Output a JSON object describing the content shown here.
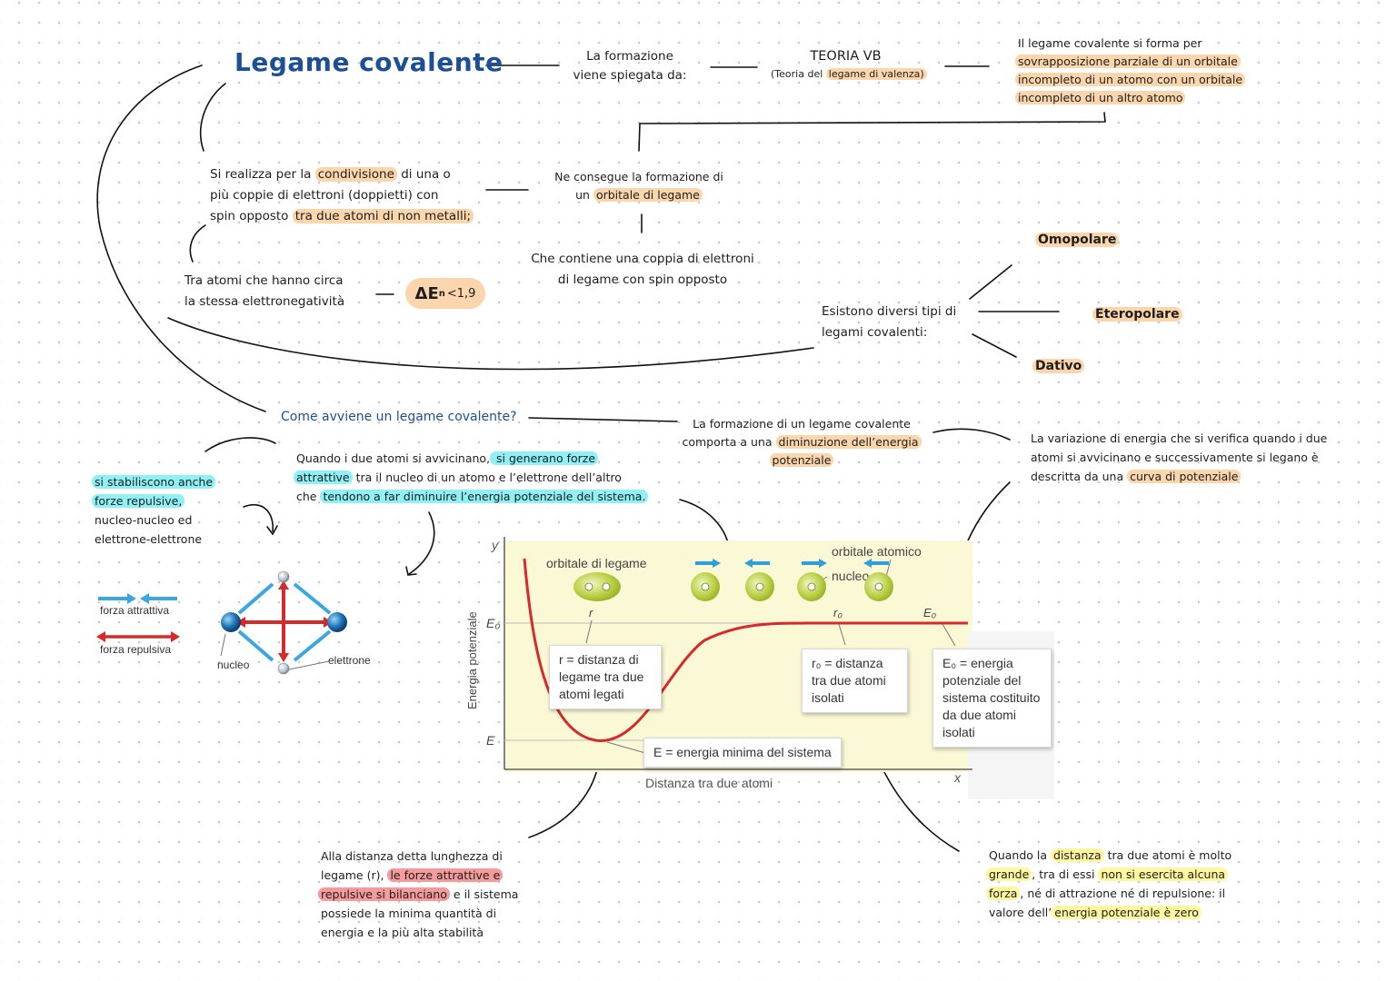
{
  "title": "Legame covalente",
  "explained_by": [
    "La formazione",
    "viene spiegata da:"
  ],
  "theory": {
    "name": "TEORIA VB",
    "sub_prefix": "(Teoria del ",
    "sub_highlight": "legame di valenza)"
  },
  "overlap_note": {
    "line1": "Il legame covalente si forma per",
    "line2": "sovrapposizione parziale di un orbitale",
    "line3": "incompleto di un atomo con un orbitale",
    "line4": "incompleto di un altro atomo"
  },
  "sharing": {
    "l1_pre": "Si realizza per la ",
    "l1_hl": "condivisione",
    "l1_post": " di una o",
    "l2": "più coppie di elettroni (doppietti) con",
    "l3_pre": "spin opposto ",
    "l3_hl": "tra due atomi di non metalli;"
  },
  "bond_orbital": {
    "l1": "Ne consegue la formazione di",
    "l2_pre": "un ",
    "l2_hl": "orbitale di legame"
  },
  "pair_note": [
    "Che contiene una coppia di elettroni",
    "di legame con spin opposto"
  ],
  "electroneg": [
    "Tra atomi che hanno circa",
    "la stessa elettronegatività"
  ],
  "delta_en": {
    "delta": "ΔE",
    "sub": "n",
    "cond": "<1,9"
  },
  "types": {
    "intro": [
      "Esistono diversi tipi di",
      "legami covalenti:"
    ],
    "items": [
      "Omopolare",
      "Eteropolare",
      "Dativo"
    ]
  },
  "question": "Come avviene un legame covalente?",
  "approach": {
    "l1_pre": "Quando i due atomi si avvicinano,",
    "l1_hl": " si generano forze",
    "l2_hl": "attrattive",
    "l2_post": " tra il nucleo di un atomo e l’elettrone dell’altro",
    "l3_pre": "che ",
    "l3_hl": "tendono a far diminuire l’energia potenziale del sistema."
  },
  "repulsive": {
    "l1_hl": "si stabiliscono anche",
    "l2_hl": "forze repulsive,",
    "l3": "nucleo-nucleo ed",
    "l4": "elettrone-elettrone"
  },
  "energy_decrease": {
    "l1": "La formazione di un legame covalente",
    "l2_pre": "comporta a una ",
    "l2_hl": "diminuzione dell’energia",
    "l3_hl": "potenziale"
  },
  "curve_note": {
    "l1": "La variazione di energia che si verifica quando i due",
    "l2": "atomi si avvicinano e successivamente si legano è",
    "l3_pre": "descritta da una ",
    "l3_hl": "curva di potenziale"
  },
  "forces_legend": {
    "attractive": "forza attrattiva",
    "repulsive": "forza repulsiva",
    "nucleus": "nucleo",
    "electron": "elettrone"
  },
  "graph": {
    "y_axis": "y",
    "x_axis": "x",
    "ylabel": "Energia potenziale",
    "xlabel": "Distanza tra due atomi",
    "E0": "E₀",
    "E": "E",
    "r": "r",
    "r0": "r₀",
    "orbitale_legame": "orbitale di legame",
    "orbitale_atomico": "orbitale atomico",
    "nucleo": "nucleo",
    "box_r": "r = distanza di legame tra due atomi legati",
    "box_r0": "r₀ = distanza tra due atomi isolati",
    "box_E0": "E₀ = energia potenziale del sistema costituito da due atomi isolati",
    "box_E": "E = energia minima del sistema",
    "colors": {
      "curve": "#d62a2a",
      "background": "#fbf8d6",
      "arrow": "#2f9fd8",
      "orbital": "#b5cc3c"
    }
  },
  "bond_length": {
    "l1": "Alla distanza detta lunghezza di",
    "l2_pre": "legame (r), ",
    "l2_hl": "le forze attrattive e",
    "l3_hl": "repulsive si bilanciano",
    "l3_post": " e il sistema",
    "l4": "possiede la minima quantità di",
    "l5": "energia e la più alta stabilità"
  },
  "far_apart": {
    "l1_pre": "Quando la ",
    "l1_hl": "distanza",
    "l1_post": " tra due atomi è molto",
    "l2_hl": "grande",
    "l2_mid": ", tra di essi ",
    "l2_hl2": "non si esercita alcuna",
    "l3_hl": "forza",
    "l3_post": ", né di attrazione né di repulsione: il",
    "l4_pre": "valore dell’",
    "l4_hl": "energia potenziale è zero"
  }
}
